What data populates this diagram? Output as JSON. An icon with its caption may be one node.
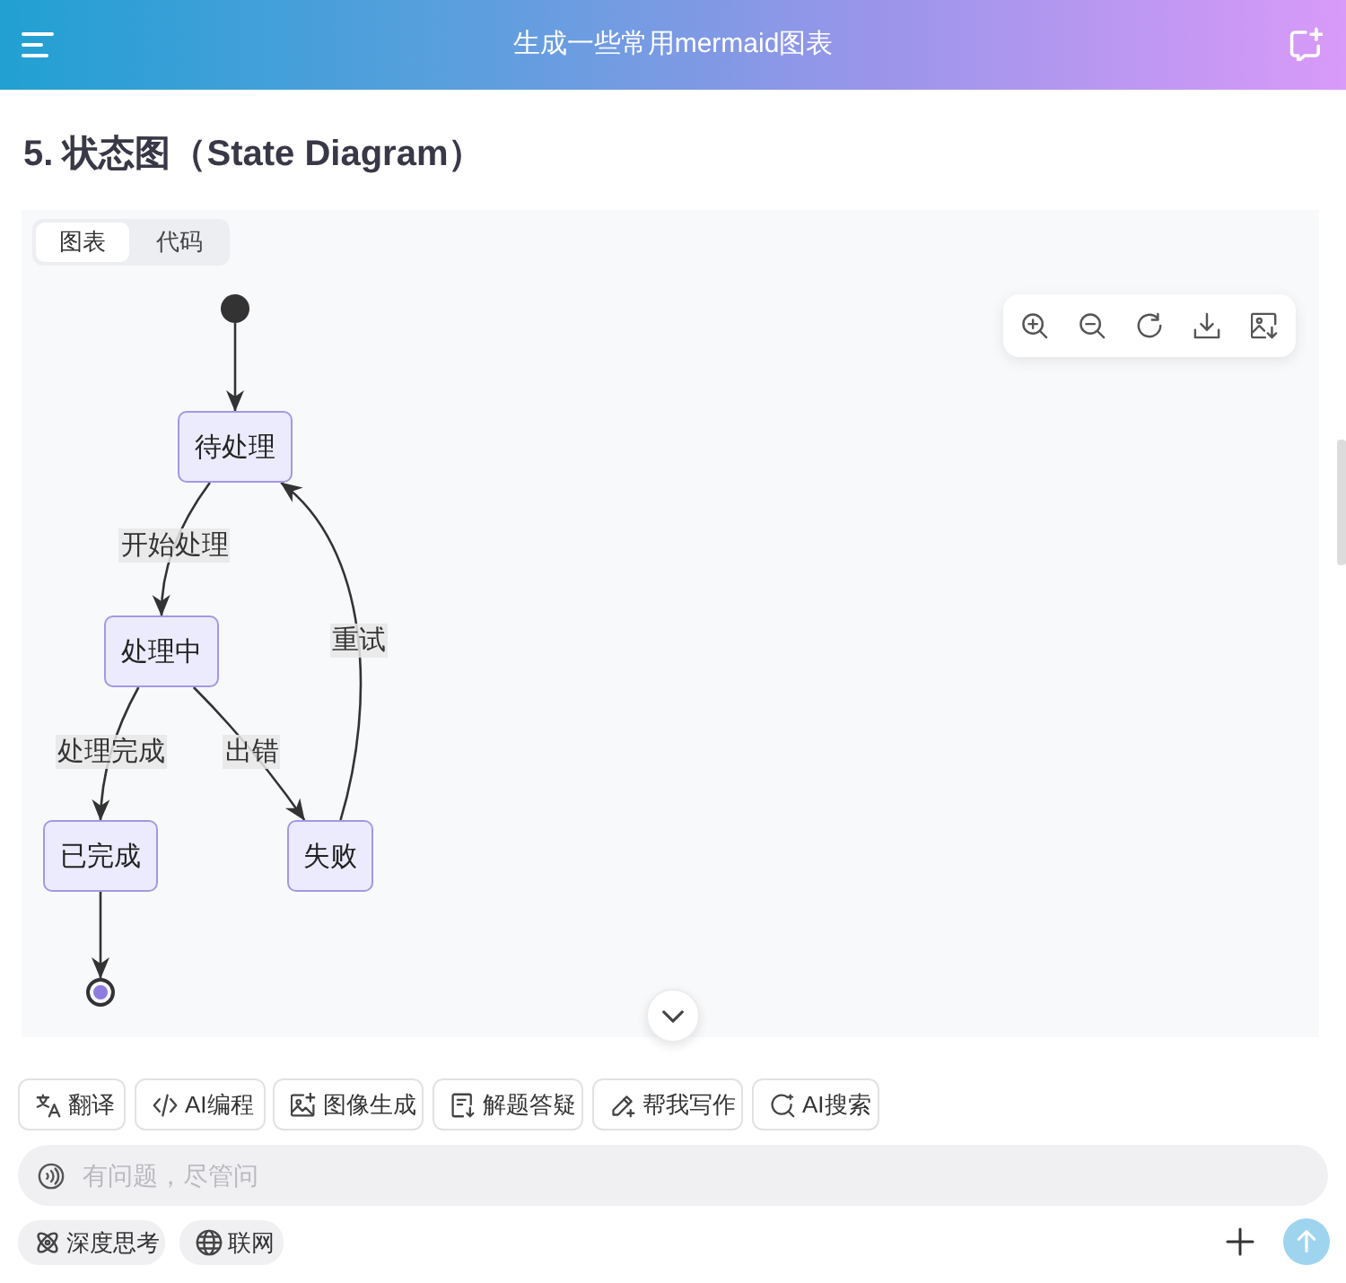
{
  "diagram": {
    "title": "5. 状态图（State Diagram）",
    "nodes": [
      {
        "text": [],
        "shape": "circle"
      },
      {
        "text": [
          "待处理"
        ]
      },
      {
        "text": [
          "处理中"
        ]
      },
      {
        "text": [
          "已完成"
        ]
      },
      {
        "text": [
          "失败"
        ]
      },
      {
        "text": [],
        "shape": "circle"
      }
    ],
    "edges": [
      {
        "from": 0,
        "to": 1,
        "arrow": "to"
      },
      {
        "from": 1,
        "to": 2,
        "arrow": "to",
        "label": "开始处理"
      },
      {
        "from": 2,
        "to": 3,
        "arrow": "to",
        "label": "处理完成"
      },
      {
        "from": 2,
        "to": 4,
        "arrow": "to",
        "label": "出错"
      },
      {
        "from": 4,
        "to": 1,
        "arrow": "to",
        "label": "重试"
      },
      {
        "from": 3,
        "to": 5,
        "arrow": "to"
      }
    ],
    "labels": [
      "生成一些常用mermaid图表",
      "图表",
      "代码",
      "翻译",
      "AI编程",
      "图像生成",
      "解题答疑",
      "帮我写作",
      "AI搜索",
      "有问题，尽管问",
      "深度思考",
      "联网"
    ]
  }
}
